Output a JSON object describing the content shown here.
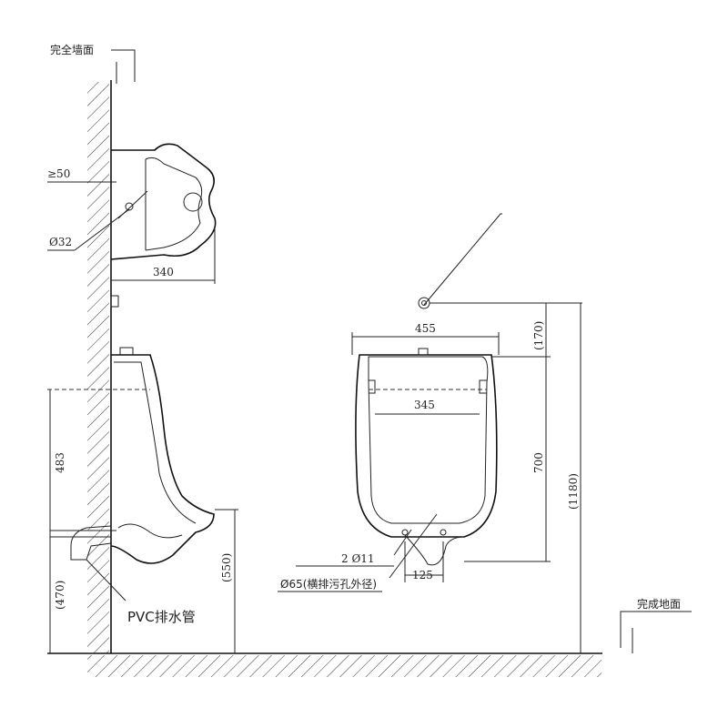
{
  "labels": {
    "wall": "完全墙面",
    "floor": "完成地面",
    "pvc": "PVC排水管",
    "min_gap": "≥50",
    "inlet_dia": "Ø32",
    "mount_holes": "2 Ø11",
    "outlet_dia": "Ø65(横排污孔外径)"
  },
  "dimensions": {
    "sink_depth": "340",
    "width": "455",
    "inner_width": "345",
    "height": "700",
    "top_offset": "(170)",
    "total_height": "(1180)",
    "side_483": "483",
    "side_470": "(470)",
    "side_550": "(550)",
    "outlet_width": "125"
  }
}
